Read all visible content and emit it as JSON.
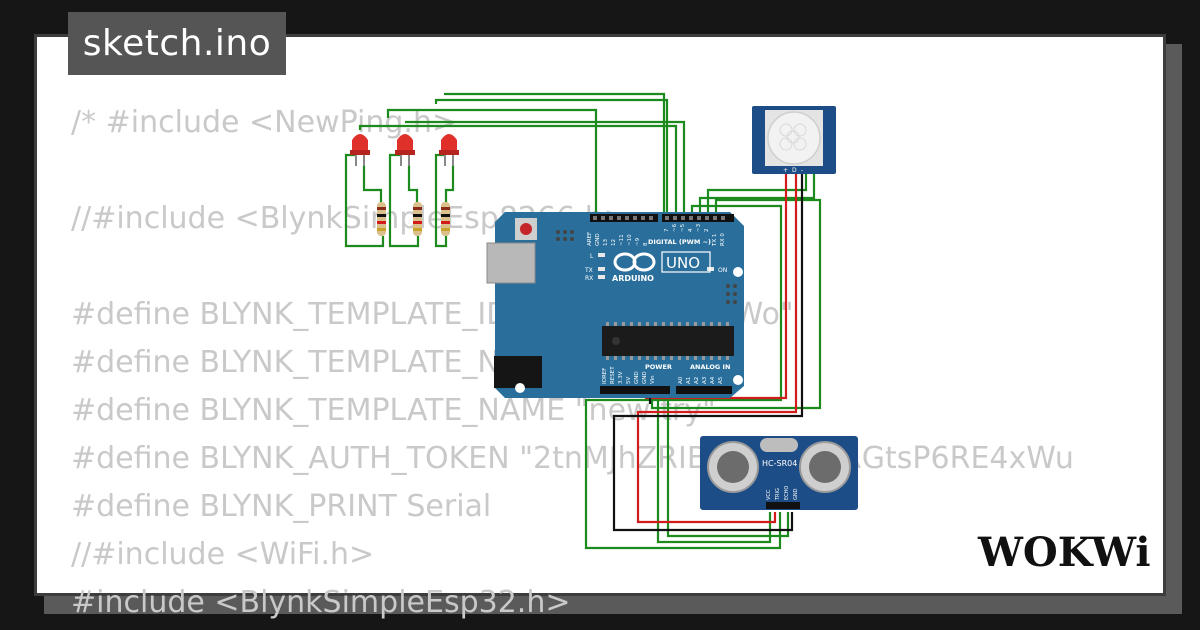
{
  "tab": {
    "filename": "sketch.ino"
  },
  "code_lines": [
    "/* #include <NewPing.h>",
    "",
    "//#include <BlynkSimpleEsp8266.h>",
    "",
    "#define BLYNK_TEMPLATE_ID \"TMPL6Xw8KnWo\"",
    "#define BLYNK_TEMPLATE_NAME \"new try\"",
    "#define BLYNK_TEMPLATE_NAME \"new try\"",
    "#define BLYNK_AUTH_TOKEN \"2tnMJhZRIB9z0QXrDRGtsP6RE4xWu",
    "#define BLYNK_PRINT Serial",
    "//#include <WiFi.h>",
    "#include <BlynkSimpleEsp32.h>"
  ],
  "board": {
    "brand": "ARDUINO",
    "model": "UNO",
    "digital_header": "DIGITAL (PWM ~)",
    "power_header": "POWER",
    "analog_header": "ANALOG IN",
    "on_label": "ON",
    "led_l": "L",
    "led_tx": "TX",
    "led_rx": "RX",
    "aref": "AREF",
    "gnd": "GND",
    "pin_13": "13",
    "pin_12": "12",
    "pin_11": "~11",
    "pin_10": "~10",
    "pin_9": "~9",
    "pin_8": "8",
    "pin_7": "7",
    "pin_6": "~6",
    "pin_5": "~5",
    "pin_4": "4",
    "pin_3": "~3",
    "pin_2": "2",
    "pin_1": "TX 1",
    "pin_0": "RX 0",
    "p_ioref": "IOREF",
    "p_reset": "RESET",
    "p_33v": "3.3V",
    "p_5v": "5V",
    "p_gnd1": "GND",
    "p_gnd2": "GND",
    "p_vin": "Vin",
    "a0": "A0",
    "a1": "A1",
    "a2": "A2",
    "a3": "A3",
    "a4": "A4",
    "a5": "A5"
  },
  "ultrasonic": {
    "model": "HC-SR04",
    "pin_vcc": "VCC",
    "pin_trig": "TRIG",
    "pin_echo": "ECHO",
    "pin_gnd": "GND"
  },
  "pir": {
    "pin_plus": "+",
    "pin_d": "D",
    "pin_minus": "-"
  },
  "logo": {
    "text": "WOKWi"
  },
  "colors": {
    "background": "#161616",
    "card": "#ffffff",
    "tab": "#555555",
    "code_text": "#c9c9c9",
    "board_blue": "#2a6f9c",
    "wire_green": "#1c8a1c",
    "wire_red": "#d21b1b",
    "wire_black": "#111111",
    "led_red": "#e0302a",
    "pir_blue": "#1d4d86"
  }
}
